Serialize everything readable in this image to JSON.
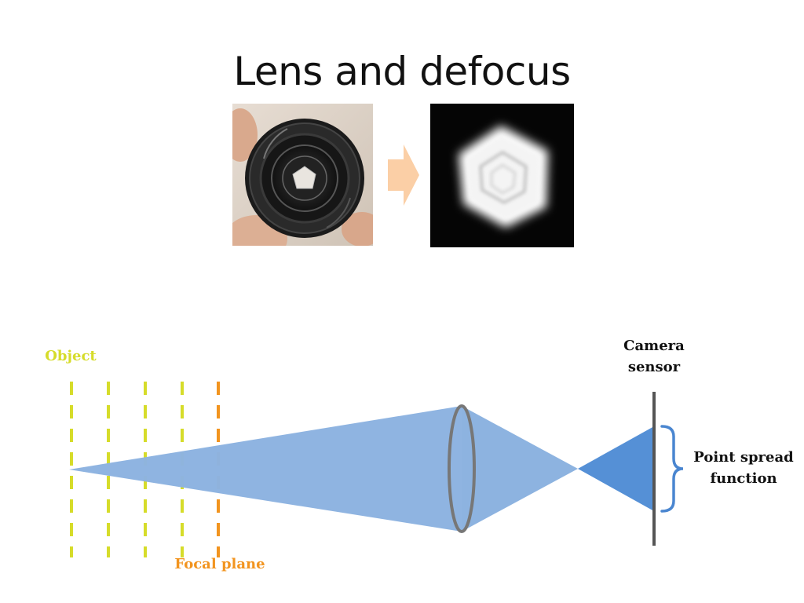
{
  "slide": {
    "title": "Lens and defocus"
  },
  "labels": {
    "object": "Object",
    "focal_plane": "Focal plane",
    "camera_sensor_line1": "Camera",
    "camera_sensor_line2": "sensor",
    "psf_line1": "Point spread",
    "psf_line2": "function"
  },
  "colors": {
    "object_planes": "#d6dc2a",
    "focal_plane": "#f2941f",
    "light_cone": "#8db3e0",
    "psf_cone": "#5590d6",
    "lens_outline": "#777777",
    "sensor": "#555555",
    "brace": "#4a86d0",
    "arrow": "#fbcfa6"
  },
  "icons": {
    "lens_photo": "camera-lens-aperture-photo",
    "psf_photo": "pentagon-blur-psf-image",
    "arrow": "right-arrow-icon",
    "brace": "right-curly-brace-icon"
  }
}
